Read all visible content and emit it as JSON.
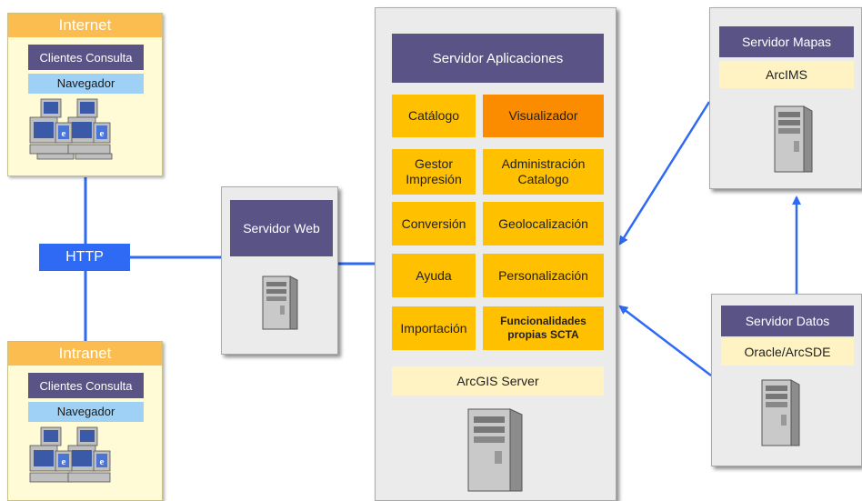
{
  "internet": {
    "header": "Internet",
    "clients_label": "Clientes Consulta",
    "browser_label": "Navegador"
  },
  "intranet": {
    "header": "Intranet",
    "clients_label": "Clientes Consulta",
    "browser_label": "Navegador"
  },
  "http_label": "HTTP",
  "web_server": {
    "title": "Servidor Web"
  },
  "app_server": {
    "title": "Servidor Aplicaciones",
    "modules": {
      "catalogo": "Catálogo",
      "visualizador": "Visualizador",
      "gestor": "Gestor\nImpresión",
      "administracion": "Administración\nCatalogo",
      "conversion": "Conversión",
      "geolocalizacion": "Geolocalización",
      "ayuda": "Ayuda",
      "personalizacion": "Personalización",
      "importacion": "Importación",
      "funcionalidades": "Funcionalidades\npropias SCTA"
    },
    "platform": "ArcGIS Server"
  },
  "map_server": {
    "title": "Servidor Mapas",
    "software": "ArcIMS"
  },
  "data_server": {
    "title": "Servidor Datos",
    "software": "Oracle/ArcSDE"
  },
  "colors": {
    "panel_bg": "#ebebeb",
    "header_purple": "#5a5486",
    "module_yellow": "#ffc000",
    "module_orange": "#fb8c00",
    "connector_blue": "#2f6af5",
    "client_bg": "#fffbd6",
    "client_header": "#fbbd4f"
  },
  "icons": [
    "desktop-computer-icon",
    "server-tower-icon"
  ]
}
